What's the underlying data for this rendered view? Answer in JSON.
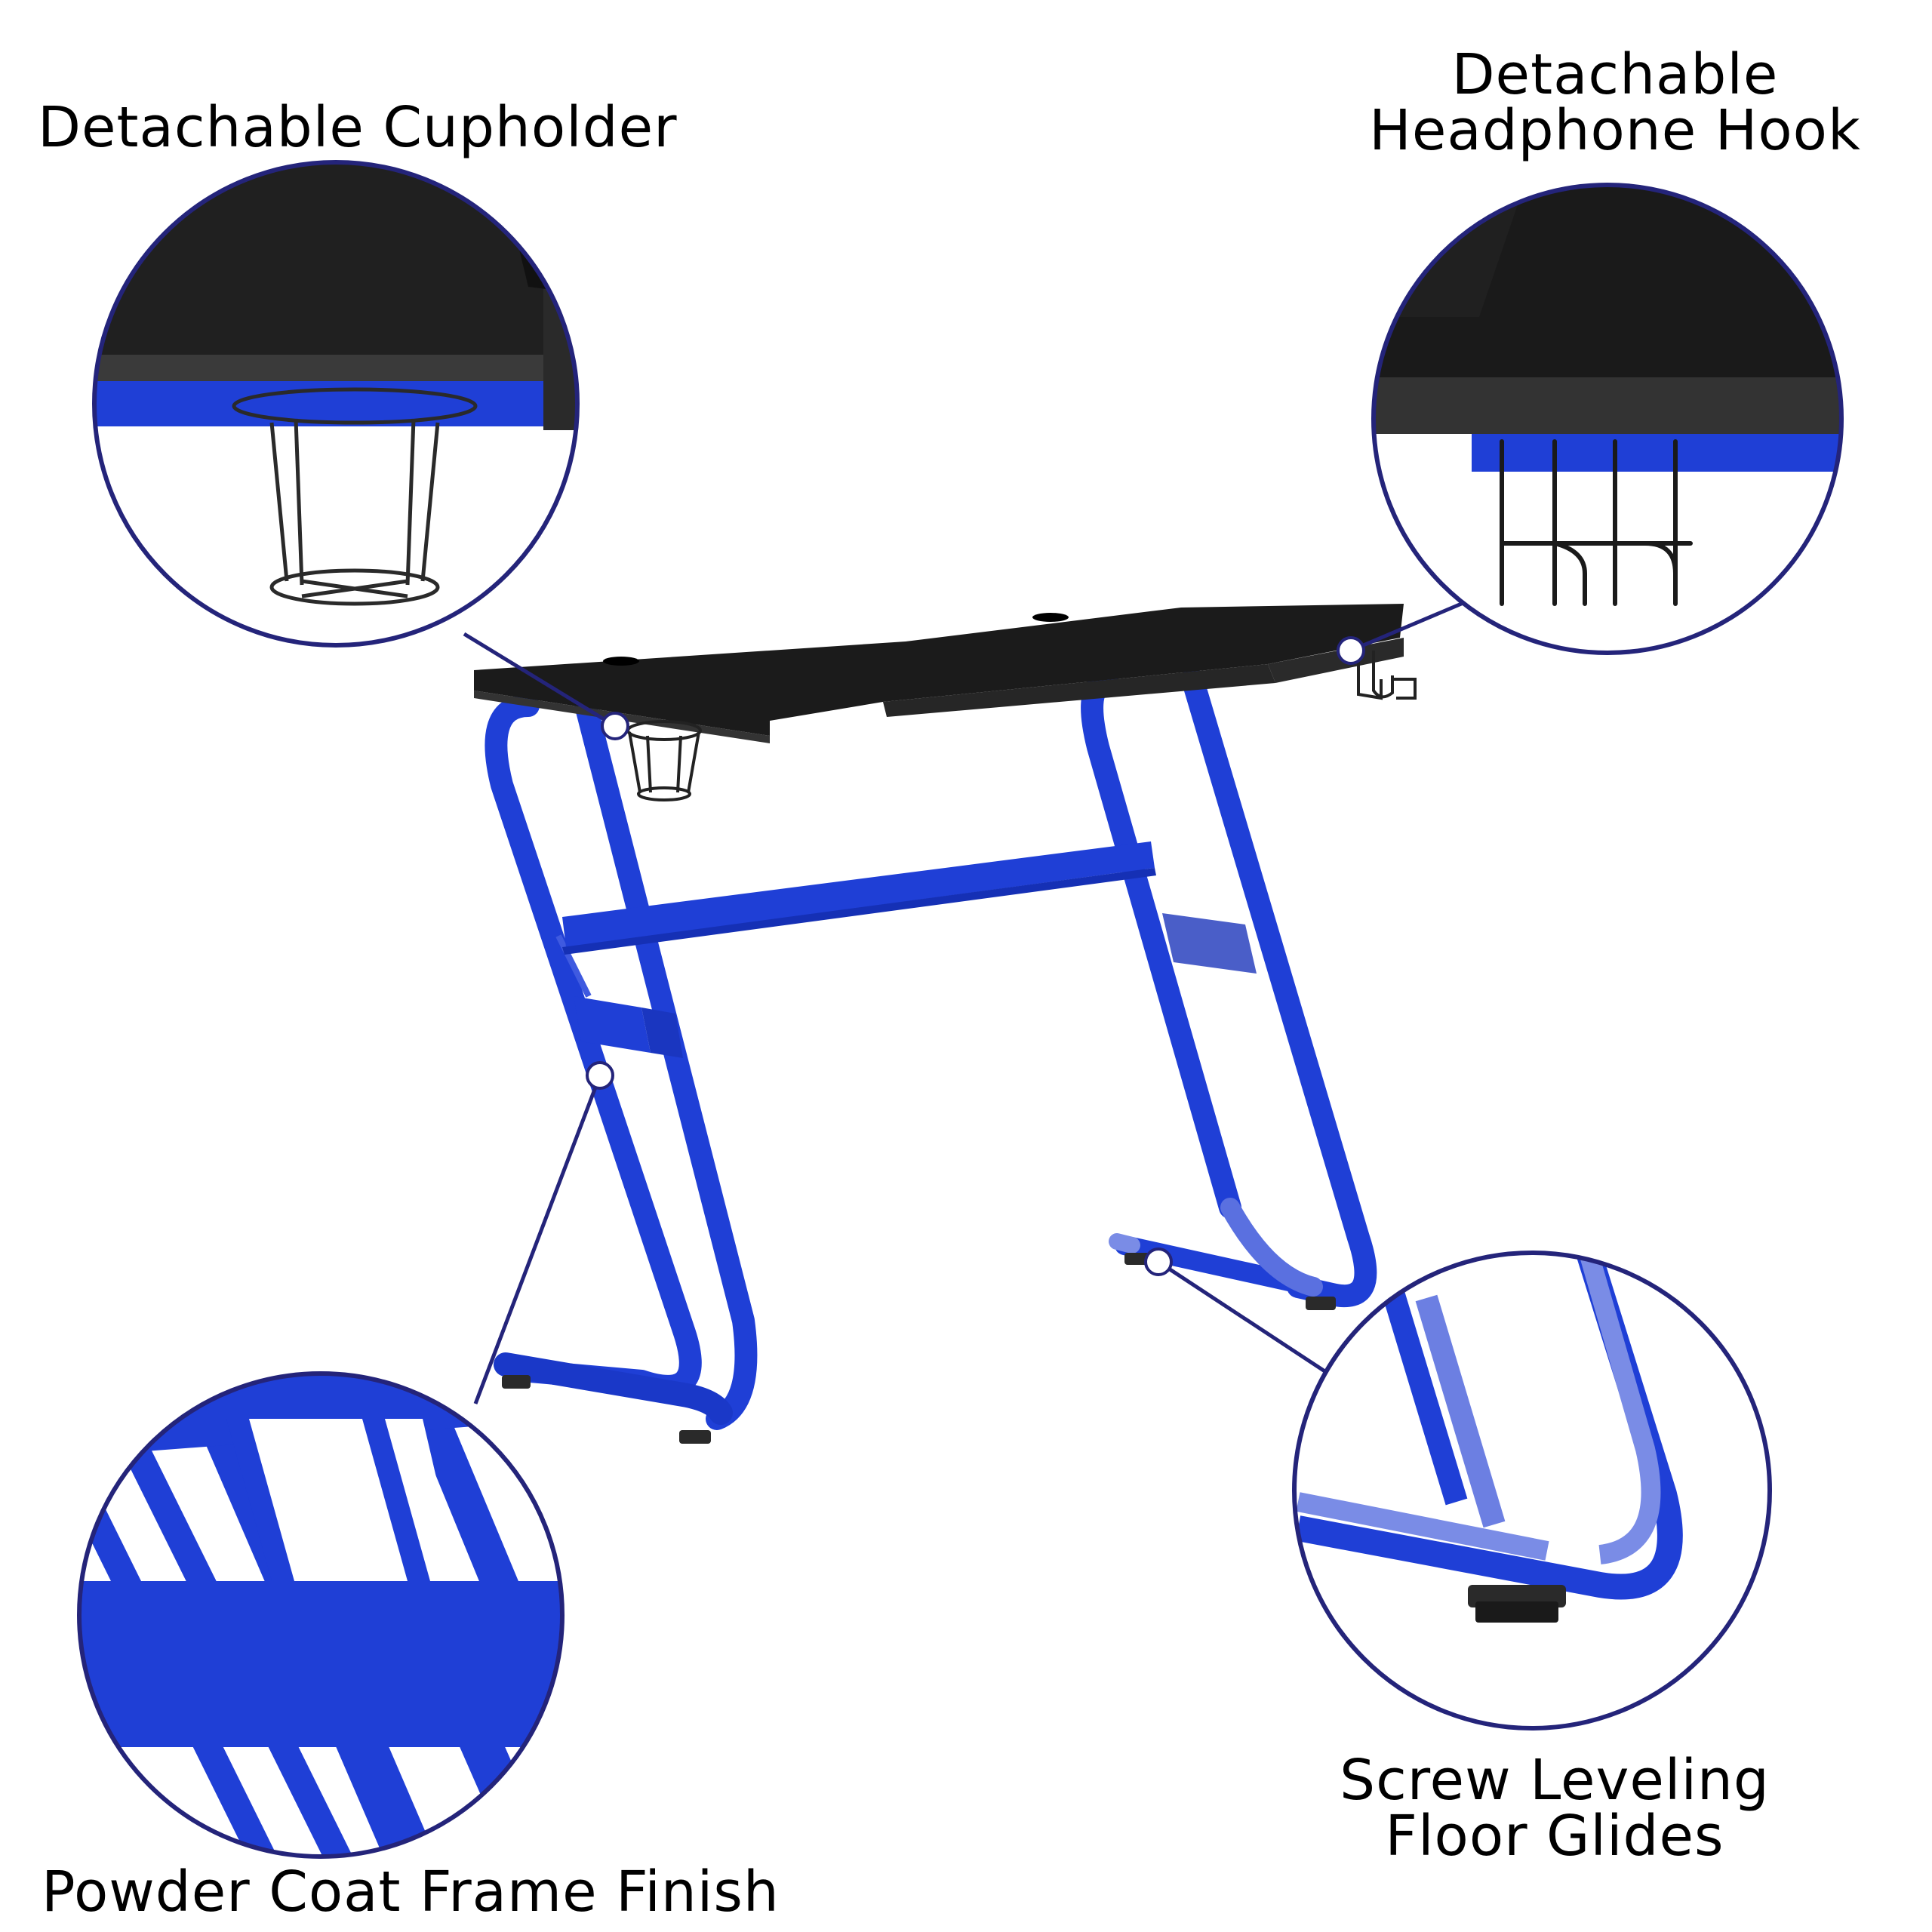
{
  "callouts": {
    "cupholder": {
      "line1": "Detachable Cupholder"
    },
    "headphone_hook": {
      "line1": "Detachable",
      "line2": "Headphone Hook"
    },
    "frame_finish": {
      "line1": "Powder Coat Frame Finish"
    },
    "floor_glides": {
      "line1": "Screw Leveling",
      "line2": "Floor Glides"
    }
  },
  "colors": {
    "frame_blue": "#1f3fd6",
    "frame_blue_dark": "#1530b5",
    "frame_blue_light": "#4f66d8",
    "desktop_black": "#1b1b1b",
    "desktop_edge": "#3a3a3a",
    "callout_ring": "#24247a",
    "text": "#000000"
  }
}
